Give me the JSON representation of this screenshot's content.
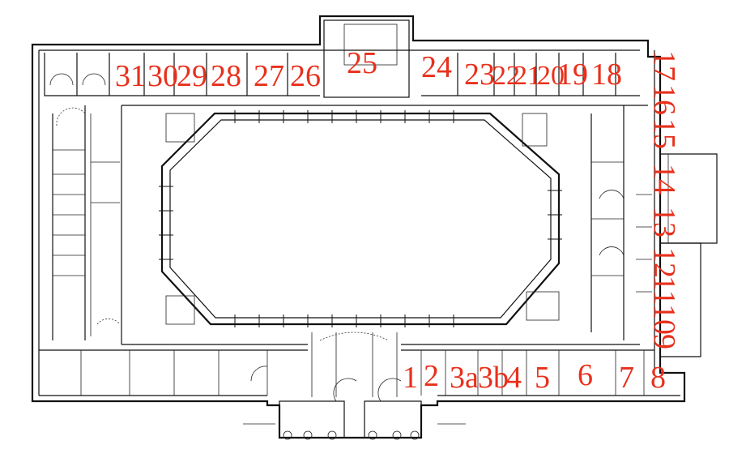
{
  "plan": {
    "room_labels": {
      "r1": "1",
      "r2": "2",
      "r3a": "3a",
      "r3b": "3b",
      "r4": "4",
      "r5": "5",
      "r6": "6",
      "r7": "7",
      "r8": "8",
      "r9": "9",
      "r10": "10",
      "r11": "11",
      "r12": "12",
      "r13": "13",
      "r14": "14",
      "r15": "15",
      "r16": "16",
      "r17": "17",
      "r18": "18",
      "r19": "19",
      "r20": "20",
      "r21": "21",
      "r22": "22",
      "r23": "23",
      "r24": "24",
      "r25": "25",
      "r26": "26",
      "r27": "27",
      "r28": "28",
      "r29": "29",
      "r30": "30",
      "r31": "31"
    },
    "colors": {
      "label": "#e8301c",
      "wall": "#111111",
      "background": "#ffffff"
    }
  }
}
